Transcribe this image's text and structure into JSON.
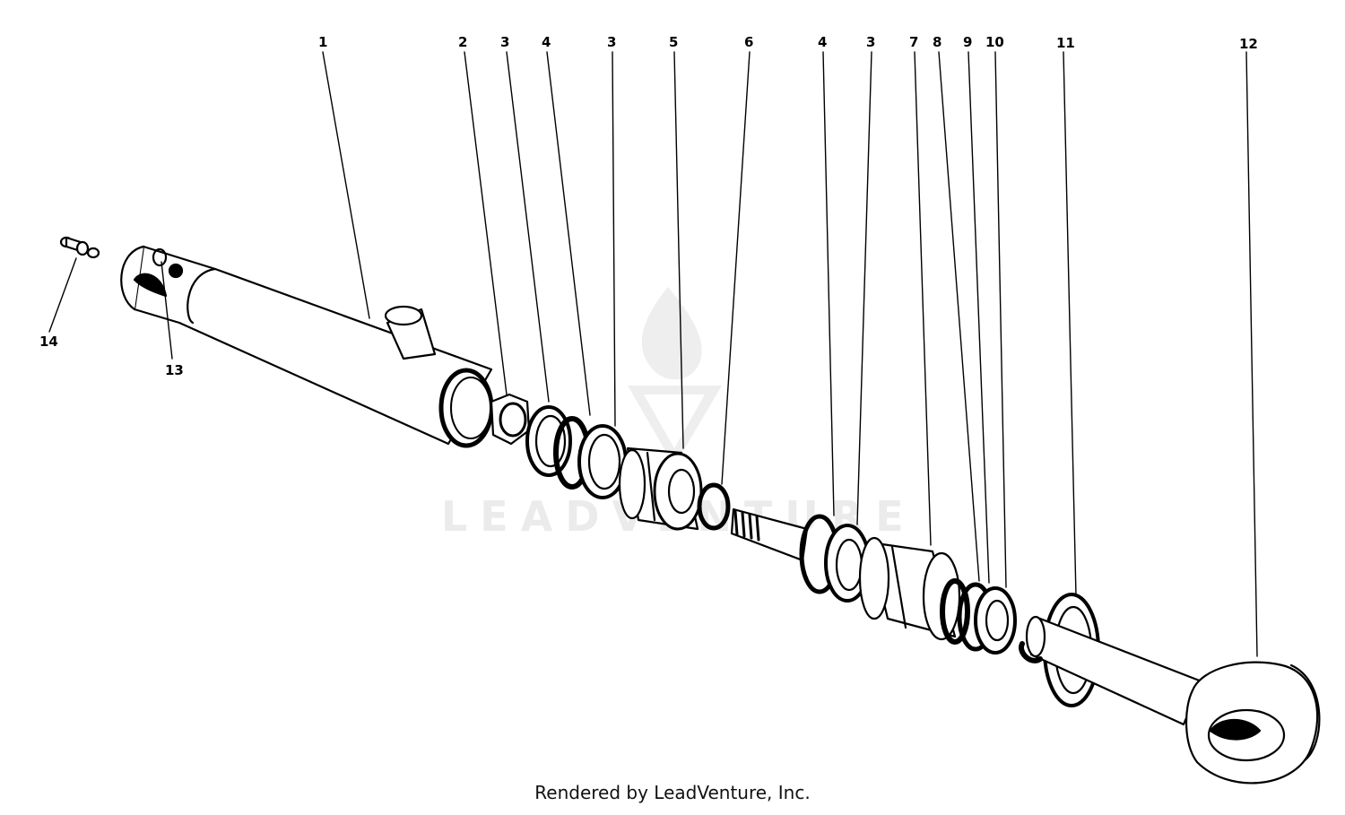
{
  "diagram": {
    "callouts": [
      "1",
      "2",
      "3",
      "4",
      "3",
      "5",
      "6",
      "4",
      "3",
      "7",
      "8",
      "9",
      "10",
      "11",
      "12",
      "13",
      "14"
    ]
  },
  "watermark": {
    "text": "LEADVENTURE"
  },
  "footer": {
    "text": "Rendered by LeadVenture, Inc."
  },
  "colors": {
    "ink": "#000000",
    "watermark": "#ebebeb",
    "background": "#ffffff"
  }
}
